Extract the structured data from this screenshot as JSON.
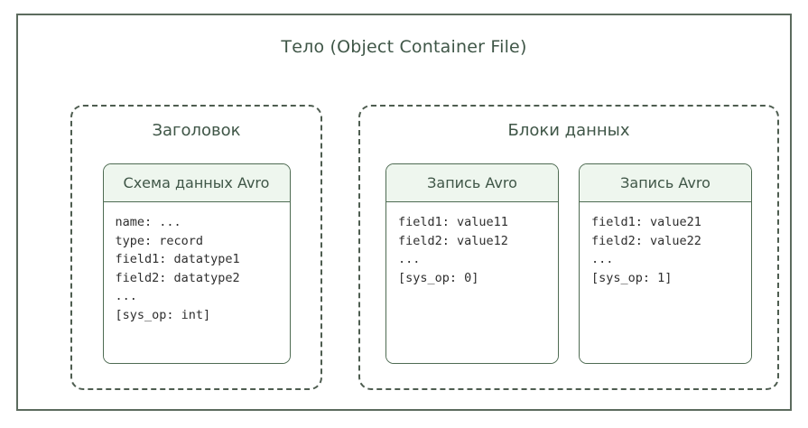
{
  "diagram": {
    "outer": {
      "title": "Тело (Object Container File)",
      "border_color": "#5c6b5e"
    },
    "groups": [
      {
        "id": "header-group",
        "title": "Заголовок",
        "cards": [
          {
            "id": "avro-schema-card",
            "head": "Схема данных Avro",
            "lines": [
              "name: ...",
              "type: record",
              "field1: datatype1",
              "field2: datatype2",
              "...",
              "[sys_op: int]"
            ]
          }
        ]
      },
      {
        "id": "data-blocks-group",
        "title": "Блоки данных",
        "cards": [
          {
            "id": "avro-record-card-1",
            "head": "Запись Avro",
            "lines": [
              "field1: value11",
              "field2: value12",
              "...",
              "[sys_op: 0]"
            ]
          },
          {
            "id": "avro-record-card-2",
            "head": "Запись Avro",
            "lines": [
              "field1: value21",
              "field2: value22",
              "...",
              "[sys_op: 1]"
            ]
          }
        ]
      }
    ],
    "colors": {
      "outer_border": "#5c6b5e",
      "dashed_border": "#4e5d50",
      "card_border": "#4e6b52",
      "card_head_bg": "#eef6ee",
      "title_text": "#3f5647",
      "code_text": "#2e2e2e",
      "background": "#ffffff"
    }
  }
}
